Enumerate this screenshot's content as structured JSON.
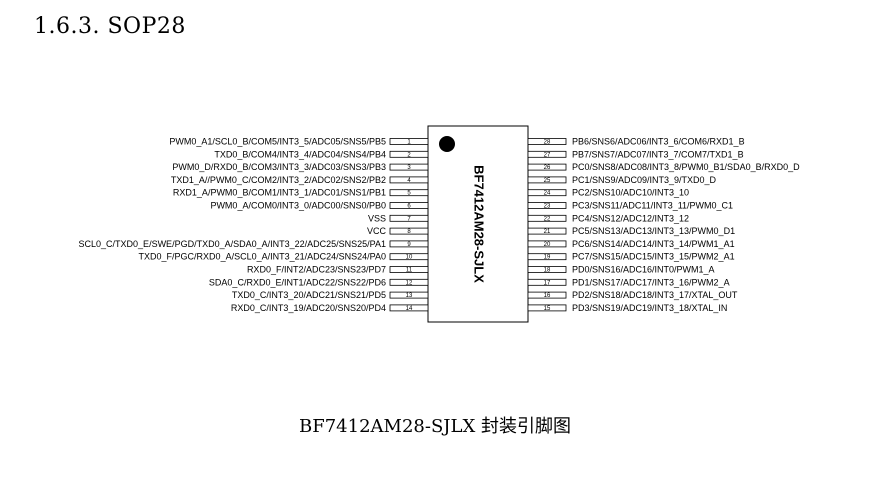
{
  "section": {
    "title": "1.6.3.  SOP28"
  },
  "chip": {
    "name": "BF7412AM28-SJLX",
    "left_pins": [
      {
        "num": "1",
        "label": "PWM0_A1/SCL0_B/COM5/INT3_5/ADC05/SNS5/PB5"
      },
      {
        "num": "2",
        "label": "TXD0_B/COM4/INT3_4/ADC04/SNS4/PB4"
      },
      {
        "num": "3",
        "label": "PWM0_D/RXD0_B/COM3/INT3_3/ADC03/SNS3/PB3"
      },
      {
        "num": "4",
        "label": "TXD1_A//PWM0_C/COM2/INT3_2/ADC02/SNS2/PB2"
      },
      {
        "num": "5",
        "label": "RXD1_A/PWM0_B/COM1/INT3_1/ADC01/SNS1/PB1"
      },
      {
        "num": "6",
        "label": "PWM0_A/COM0/INT3_0/ADC00/SNS0/PB0"
      },
      {
        "num": "7",
        "label": "VSS"
      },
      {
        "num": "8",
        "label": "VCC"
      },
      {
        "num": "9",
        "label": "SCL0_C/TXD0_E/SWE/PGD/TXD0_A/SDA0_A/INT3_22/ADC25/SNS25/PA1"
      },
      {
        "num": "10",
        "label": "TXD0_F/PGC/RXD0_A/SCL0_A/INT3_21/ADC24/SNS24/PA0"
      },
      {
        "num": "11",
        "label": "RXD0_F/INT2/ADC23/SNS23/PD7"
      },
      {
        "num": "12",
        "label": "SDA0_C/RXD0_E/INT1/ADC22/SNS22/PD6"
      },
      {
        "num": "13",
        "label": "TXD0_C/INT3_20/ADC21/SNS21/PD5"
      },
      {
        "num": "14",
        "label": "RXD0_C/INT3_19/ADC20/SNS20/PD4"
      }
    ],
    "right_pins": [
      {
        "num": "28",
        "label": "PB6/SNS6/ADC06/INT3_6/COM6/RXD1_B"
      },
      {
        "num": "27",
        "label": "PB7/SNS7/ADC07/INT3_7/COM7/TXD1_B"
      },
      {
        "num": "26",
        "label": "PC0/SNS8/ADC08/INT3_8/PWM0_B1/SDA0_B/RXD0_D"
      },
      {
        "num": "25",
        "label": "PC1/SNS9/ADC09/INT3_9/TXD0_D"
      },
      {
        "num": "24",
        "label": "PC2/SNS10/ADC10/INT3_10"
      },
      {
        "num": "23",
        "label": "PC3/SNS11/ADC11/INT3_11/PWM0_C1"
      },
      {
        "num": "22",
        "label": "PC4/SNS12/ADC12/INT3_12"
      },
      {
        "num": "21",
        "label": "PC5/SNS13/ADC13/INT3_13/PWM0_D1"
      },
      {
        "num": "20",
        "label": "PC6/SNS14/ADC14/INT3_14/PWM1_A1"
      },
      {
        "num": "19",
        "label": "PC7/SNS15/ADC15/INT3_15/PWM2_A1"
      },
      {
        "num": "18",
        "label": "PD0/SNS16/ADC16/INT0/PWM1_A"
      },
      {
        "num": "17",
        "label": "PD1/SNS17/ADC17/INT3_16/PWM2_A"
      },
      {
        "num": "16",
        "label": "PD2/SNS18/ADC18/INT3_17/XTAL_OUT"
      },
      {
        "num": "15",
        "label": "PD3/SNS19/ADC19/INT3_18/XTAL_IN"
      }
    ]
  },
  "caption": "BF7412AM28-SJLX 封装引脚图"
}
